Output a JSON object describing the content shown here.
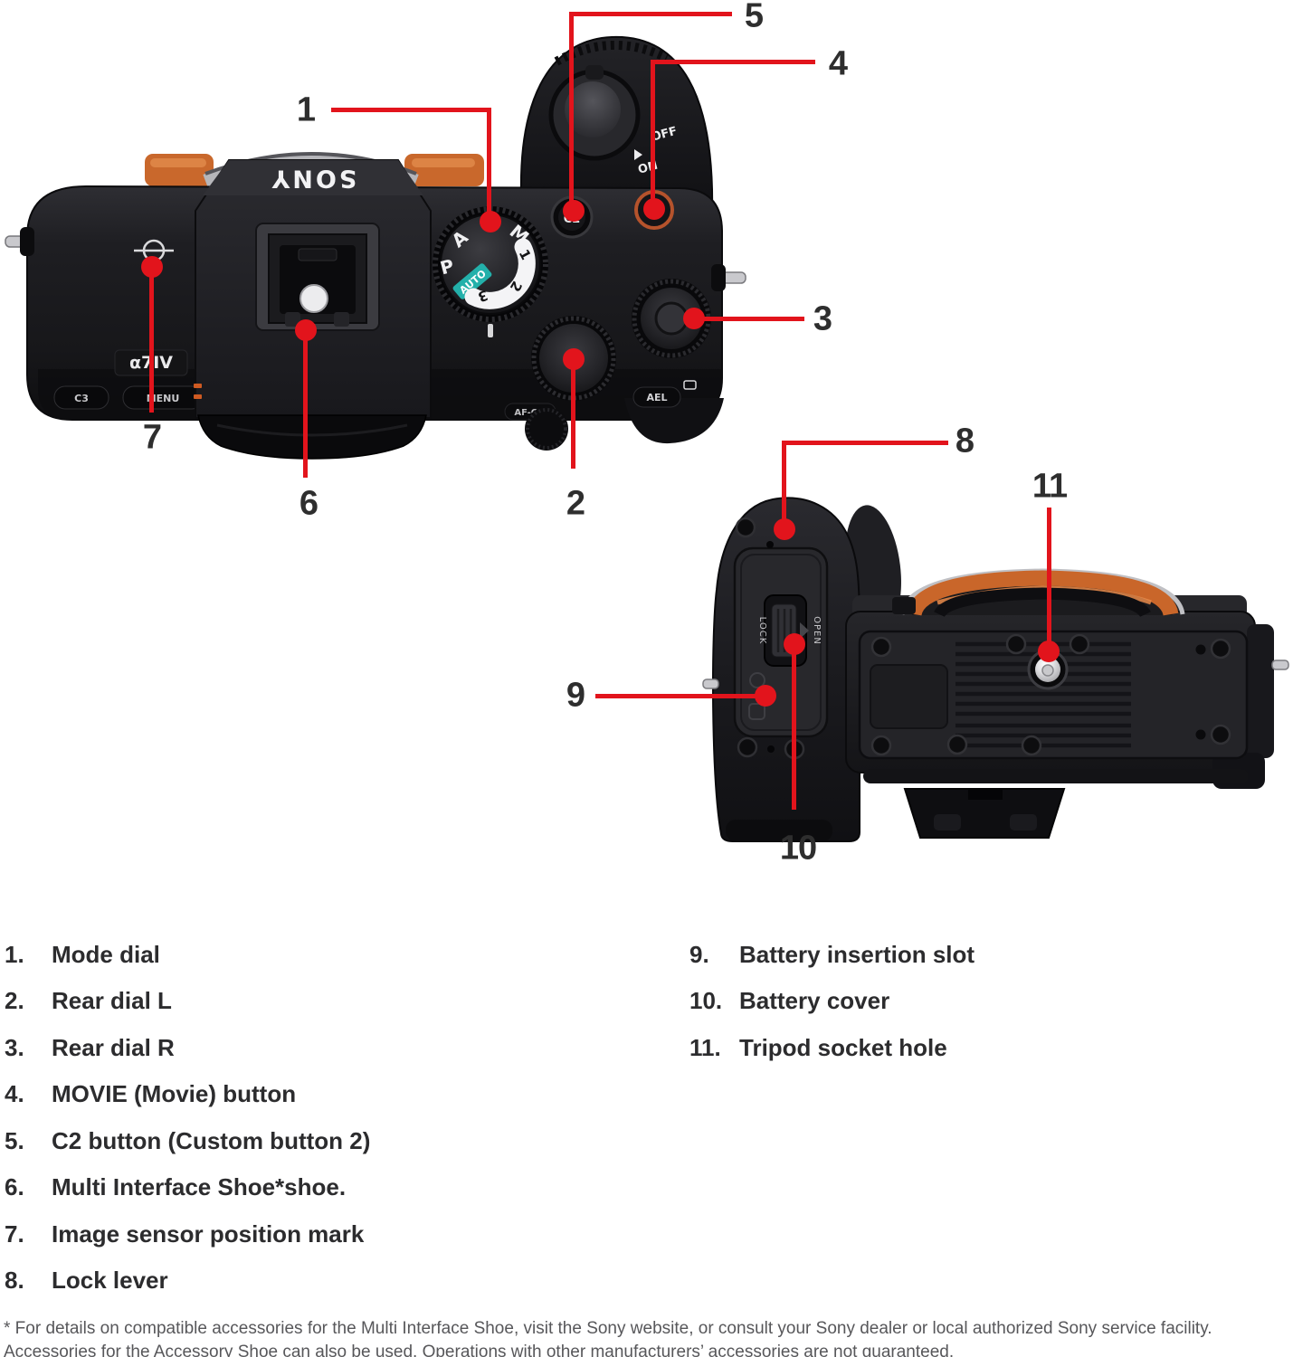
{
  "colors": {
    "callout_red": "#e2141c",
    "label_text": "#2c2c2e",
    "footnote_text": "#57575a",
    "camera_black": "#1a1a1d",
    "mount_orange": "#c9682c",
    "auto_teal": "#23b0aa"
  },
  "camera_top": {
    "brand_logo": "SONY",
    "model_badge": "α7IV",
    "mode_dial": {
      "p": "P",
      "a": "A",
      "m": "M",
      "auto": "AUTO",
      "n1": "1",
      "n2": "2",
      "n3": "3"
    },
    "c2_button": "C2",
    "c3_button": "C3",
    "menu_button": "MENU",
    "ael_button": "AEL",
    "af_on_button": "AF-ON",
    "power_off": "OFF",
    "power_on": "ON"
  },
  "camera_bottom": {
    "latch_lock": "LOCK",
    "latch_open": "OPEN"
  },
  "callouts": {
    "n1": "1",
    "n2": "2",
    "n3": "3",
    "n4": "4",
    "n5": "5",
    "n6": "6",
    "n7": "7",
    "n8": "8",
    "n9": "9",
    "n10": "10",
    "n11": "11"
  },
  "legend": {
    "left": [
      {
        "num": "1.",
        "label": "Mode dial"
      },
      {
        "num": "2.",
        "label": "Rear dial L"
      },
      {
        "num": "3.",
        "label": "Rear dial R"
      },
      {
        "num": "4.",
        "label": "MOVIE (Movie) button"
      },
      {
        "num": "5.",
        "label": "C2 button (Custom button 2)"
      },
      {
        "num": "6.",
        "label": "Multi Interface Shoe*shoe."
      },
      {
        "num": "7.",
        "label": "Image sensor position mark"
      },
      {
        "num": "8.",
        "label": "Lock lever"
      }
    ],
    "right": [
      {
        "num": "9.",
        "label": "Battery insertion slot"
      },
      {
        "num": "10.",
        "label": "Battery cover"
      },
      {
        "num": "11.",
        "label": "Tripod socket hole"
      }
    ]
  },
  "footnote": {
    "line1": "* For details on compatible accessories for the Multi Interface Shoe, visit the Sony website, or consult your Sony dealer or local authorized Sony service facility.",
    "line2": "Accessories for the Accessory Shoe can also be used. Operations with other manufacturers’ accessories are not guaranteed."
  }
}
